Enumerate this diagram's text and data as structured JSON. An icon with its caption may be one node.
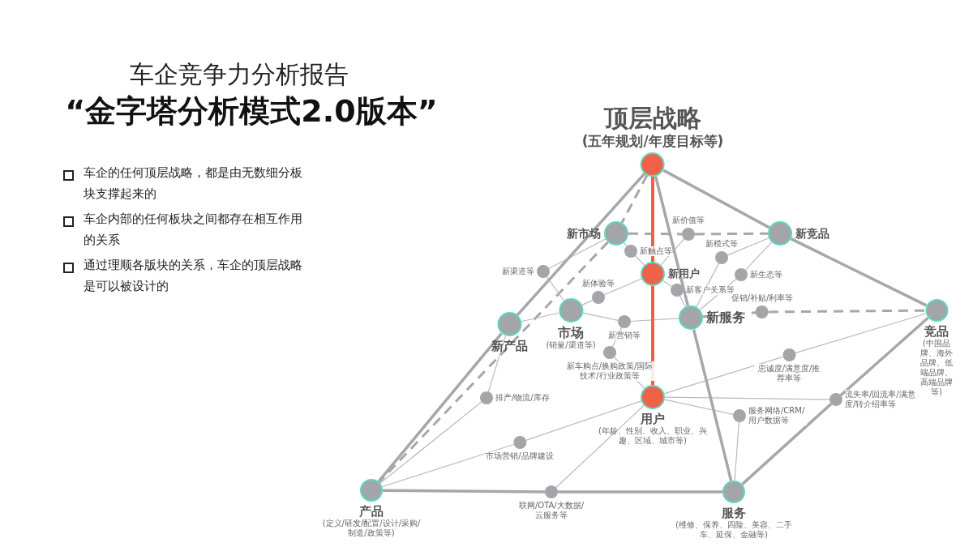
{
  "diagram": {
    "title": "车企竞争力分析报告",
    "nodes": [
      {
        "text": [
          "顶层战略",
          "(五年规划/年度目标等)"
        ]
      },
      {
        "text": [
          "新市场"
        ]
      },
      {
        "text": [
          "新竞品"
        ]
      },
      {
        "text": [
          "新用户"
        ]
      },
      {
        "text": [
          "市场",
          "(销量/渠道等)"
        ]
      },
      {
        "text": [
          "新产品"
        ]
      },
      {
        "text": [
          "新服务"
        ]
      },
      {
        "text": [
          "竞品",
          "(中国品牌、海外品牌、低端品牌、高端品牌等)"
        ]
      },
      {
        "text": [
          "用户",
          "(年龄、性别、收入、职业、兴趣、区域、城市等)"
        ]
      },
      {
        "text": [
          "产品",
          "(定义/研发/配置/设计/采购/制造/政策等)"
        ]
      },
      {
        "text": [
          "服务",
          "(维修、保养、四险、美容、二手车、延保、金融等)"
        ]
      },
      {
        "text": [
          "新价值等"
        ]
      },
      {
        "text": [
          "新触点等"
        ]
      },
      {
        "text": [
          "新模式等"
        ]
      },
      {
        "text": [
          "新渠道等"
        ]
      },
      {
        "text": [
          "新生态等"
        ]
      },
      {
        "text": [
          "新体验等"
        ]
      },
      {
        "text": [
          "新客户关系等"
        ]
      },
      {
        "text": [
          "新营销等"
        ]
      },
      {
        "text": [
          "促销/补贴/利率等"
        ]
      },
      {
        "text": [
          "新车购点/换购政策/国际技术/行业政策等"
        ]
      },
      {
        "text": [
          "忠诚度/满意度/推荐率等"
        ]
      },
      {
        "text": [
          "流失率/回流率/满意度/转介绍率等"
        ]
      },
      {
        "text": [
          "排产/物流/库存"
        ]
      },
      {
        "text": [
          "市场营销/品牌建设"
        ]
      },
      {
        "text": [
          "服务网络/CRM/用户数据等"
        ]
      },
      {
        "text": [
          "联网/OTA/大数据/云服务等"
        ]
      }
    ],
    "edges": [
      {
        "from": 0,
        "to": 3,
        "arrow": "none",
        "style": "thick",
        "color": "#f0614a"
      },
      {
        "from": 3,
        "to": 8,
        "arrow": "none",
        "style": "thick",
        "color": "#f0614a"
      },
      {
        "from": 0,
        "to": 5,
        "arrow": "none",
        "style": "thick"
      },
      {
        "from": 5,
        "to": 9,
        "arrow": "none",
        "style": "thick"
      },
      {
        "from": 0,
        "to": 1,
        "arrow": "none",
        "style": "dashed"
      },
      {
        "from": 1,
        "to": 9,
        "arrow": "none",
        "style": "dashed"
      },
      {
        "from": 0,
        "to": 6,
        "arrow": "none",
        "style": "thick"
      },
      {
        "from": 6,
        "to": 10,
        "arrow": "none",
        "style": "thick"
      },
      {
        "from": 0,
        "to": 2,
        "arrow": "none",
        "style": "thick"
      },
      {
        "from": 2,
        "to": 7,
        "arrow": "none",
        "style": "thick"
      },
      {
        "from": 9,
        "to": 26,
        "arrow": "none",
        "style": "thick"
      },
      {
        "from": 26,
        "to": 10,
        "arrow": "none",
        "style": "thick"
      },
      {
        "from": 10,
        "to": 22,
        "arrow": "none",
        "style": "thick"
      },
      {
        "from": 22,
        "to": 7,
        "arrow": "none",
        "style": "thick"
      },
      {
        "from": 9,
        "to": 24,
        "arrow": "none"
      },
      {
        "from": 24,
        "to": 8,
        "arrow": "none"
      },
      {
        "from": 8,
        "to": 21,
        "arrow": "none"
      },
      {
        "from": 21,
        "to": 7,
        "arrow": "none"
      },
      {
        "from": 1,
        "to": 11,
        "arrow": "none",
        "style": "dashed"
      },
      {
        "from": 11,
        "to": 2,
        "arrow": "none",
        "style": "dashed"
      },
      {
        "from": 5,
        "to": 4,
        "arrow": "none"
      },
      {
        "from": 4,
        "to": 18,
        "arrow": "none"
      },
      {
        "from": 18,
        "to": 6,
        "arrow": "none"
      },
      {
        "from": 6,
        "to": 19,
        "arrow": "none",
        "style": "dashed"
      },
      {
        "from": 19,
        "to": 7,
        "arrow": "none",
        "style": "dashed"
      },
      {
        "from": 1,
        "to": 12,
        "arrow": "none"
      },
      {
        "from": 12,
        "to": 3,
        "arrow": "none"
      },
      {
        "from": 3,
        "to": 17,
        "arrow": "none"
      },
      {
        "from": 17,
        "to": 6,
        "arrow": "none"
      },
      {
        "from": 14,
        "to": 4,
        "arrow": "none"
      },
      {
        "from": 14,
        "to": 1,
        "arrow": "none"
      },
      {
        "from": 16,
        "to": 4,
        "arrow": "none"
      },
      {
        "from": 16,
        "to": 3,
        "arrow": "none"
      },
      {
        "from": 13,
        "to": 2,
        "arrow": "none"
      },
      {
        "from": 13,
        "to": 6,
        "arrow": "none"
      },
      {
        "from": 15,
        "to": 2,
        "arrow": "none"
      },
      {
        "from": 15,
        "to": 6,
        "arrow": "none"
      },
      {
        "from": 20,
        "to": 18,
        "arrow": "none"
      },
      {
        "from": 20,
        "to": 8,
        "arrow": "none"
      },
      {
        "from": 25,
        "to": 8,
        "arrow": "none"
      },
      {
        "from": 25,
        "to": 10,
        "arrow": "none"
      },
      {
        "from": 23,
        "to": 5,
        "arrow": "none"
      },
      {
        "from": 23,
        "to": 9,
        "arrow": "none"
      },
      {
        "from": 22,
        "to": 8,
        "arrow": "none"
      },
      {
        "from": 11,
        "to": 3,
        "arrow": "none"
      },
      {
        "from": 26,
        "to": 8,
        "arrow": "none"
      }
    ],
    "labels": [
      "“金字塔分析模式2.0版本”",
      "车企的任何顶层战略，都是由无数细分板块支撑起来的",
      "车企内部的任何板块之间都存在相互作用的关系",
      "通过理顺各版块的关系，车企的顶层战略是可以被设计的"
    ]
  }
}
